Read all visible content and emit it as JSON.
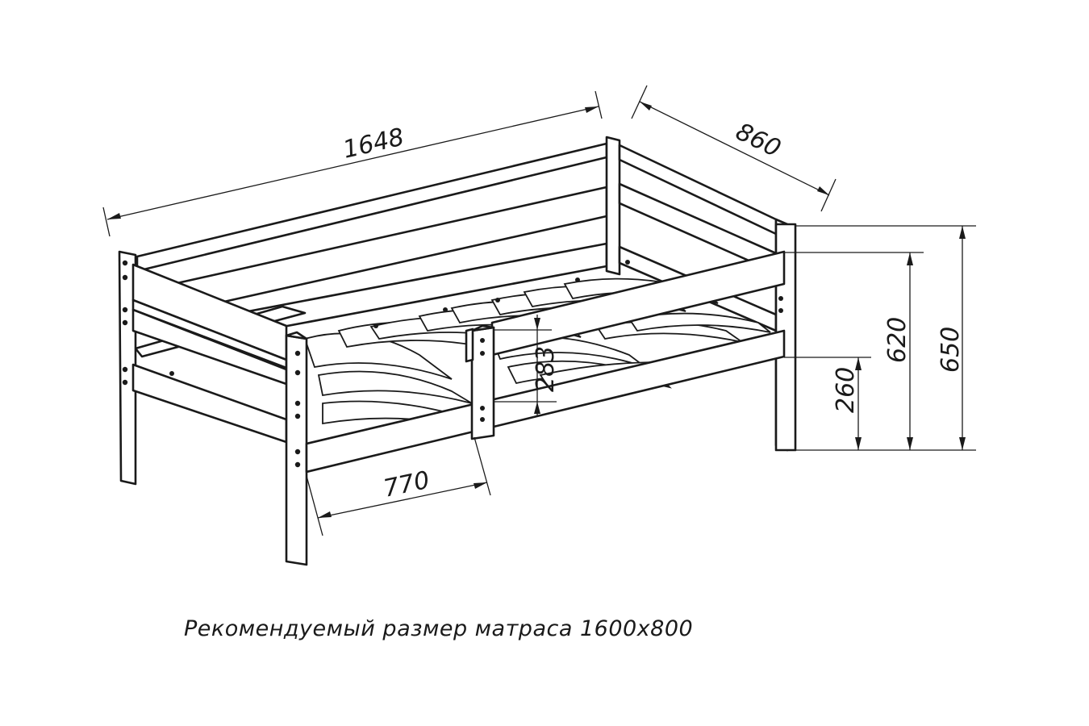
{
  "dimensions": {
    "length": "1648",
    "depth": "860",
    "height_total": "650",
    "height_side": "620",
    "height_base": "260",
    "guard_height": "283",
    "opening": "770"
  },
  "caption": "Рекомендуемый размер матраса 1600х800"
}
